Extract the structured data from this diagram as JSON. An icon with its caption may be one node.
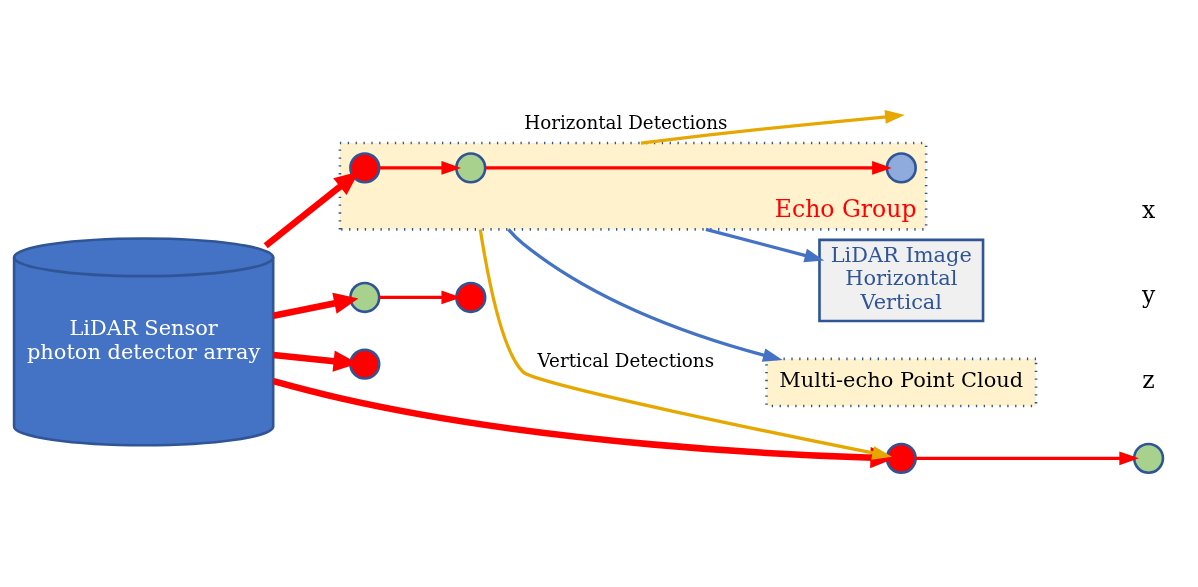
{
  "diagram": {
    "nodes": [
      {
        "text": [
          "LiDAR Sensor",
          "photon detector array"
        ]
      },
      {
        "text": [
          "Echo Group"
        ]
      },
      {
        "text": [],
        "shape": "circle",
        "in": 1
      },
      {
        "text": [],
        "shape": "circle",
        "in": 1
      },
      {
        "text": [],
        "shape": "circle",
        "in": 1
      },
      {
        "text": [
          "LiDAR Image",
          "Horizontal",
          "Vertical"
        ]
      },
      {
        "text": [
          "Multi-echo Point Cloud"
        ]
      },
      {
        "text": [],
        "shape": "circle"
      },
      {
        "text": [],
        "shape": "circle"
      },
      {
        "text": [],
        "shape": "circle"
      },
      {
        "text": [],
        "shape": "circle"
      },
      {
        "text": [],
        "shape": "circle"
      }
    ],
    "edges": [
      {
        "from": 0,
        "to": 7,
        "arrow": "to",
        "style": "thick"
      },
      {
        "from": 7,
        "to": 8,
        "arrow": "to"
      },
      {
        "from": 0,
        "to": 9,
        "arrow": "to",
        "style": "thick"
      },
      {
        "from": 0,
        "to": 2,
        "arrow": "to",
        "style": "thick"
      },
      {
        "from": 2,
        "to": 3,
        "arrow": "to"
      },
      {
        "from": 3,
        "to": 4,
        "arrow": "to"
      },
      {
        "from": 0,
        "to": 10,
        "arrow": "to",
        "style": "thick"
      },
      {
        "from": 10,
        "to": 11,
        "arrow": "to"
      },
      {
        "from": 1,
        "to": null,
        "arrow": "to",
        "label": "Horizontal Detections",
        "color": "#e6a800"
      },
      {
        "from": 1,
        "to": 10,
        "arrow": "to",
        "label": "Vertical Detections",
        "color": "#e6a800"
      },
      {
        "from": 1,
        "to": 5,
        "arrow": "to",
        "color": "#4472c4"
      },
      {
        "from": 1,
        "to": 6,
        "arrow": "to",
        "color": "#4472c4"
      }
    ],
    "labels": [
      "z",
      "y",
      "x"
    ]
  }
}
